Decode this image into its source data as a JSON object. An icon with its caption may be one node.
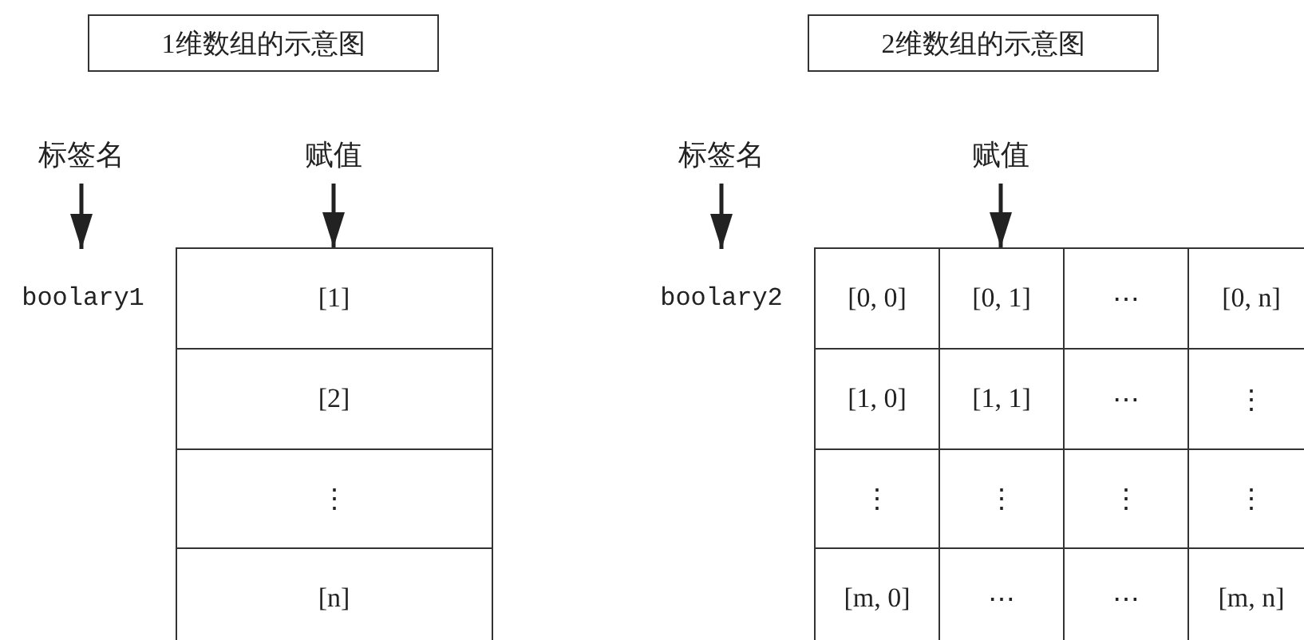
{
  "diagram": {
    "nodes": [
      {
        "text": [
          "1维数组的示意图"
        ]
      },
      {
        "text": [
          "标签名"
        ]
      },
      {
        "text": [
          "赋值"
        ]
      },
      {
        "text": [
          "boolary1"
        ]
      },
      {
        "text": [],
        "shape": "box"
      },
      {
        "text": [
          "[1]"
        ],
        "in": 4
      },
      {
        "text": [
          "[2]"
        ],
        "in": 4
      },
      {
        "text": [
          "⋮"
        ],
        "in": 4
      },
      {
        "text": [
          "[n]"
        ],
        "in": 4
      },
      {
        "text": [
          "2维数组的示意图"
        ]
      },
      {
        "text": [
          "标签名"
        ]
      },
      {
        "text": [
          "赋值"
        ]
      },
      {
        "text": [
          "boolary2"
        ]
      },
      {
        "text": [],
        "shape": "box"
      },
      {
        "text": [
          "[0, 0]"
        ],
        "in": 13
      },
      {
        "text": [
          "[0, 1]"
        ],
        "in": 13
      },
      {
        "text": [
          "⋯"
        ],
        "in": 13
      },
      {
        "text": [
          "[0, n]"
        ],
        "in": 13
      },
      {
        "text": [
          "[1, 0]"
        ],
        "in": 13
      },
      {
        "text": [
          "[1, 1]"
        ],
        "in": 13
      },
      {
        "text": [
          "⋯"
        ],
        "in": 13
      },
      {
        "text": [
          "⋮"
        ],
        "in": 13
      },
      {
        "text": [
          "⋮"
        ],
        "in": 13
      },
      {
        "text": [
          "⋮"
        ],
        "in": 13
      },
      {
        "text": [
          "⋮"
        ],
        "in": 13
      },
      {
        "text": [
          "⋮"
        ],
        "in": 13
      },
      {
        "text": [
          "[m, 0]"
        ],
        "in": 13
      },
      {
        "text": [
          "⋯"
        ],
        "in": 13
      },
      {
        "text": [
          "⋯"
        ],
        "in": 13
      },
      {
        "text": [
          "[m, n]"
        ],
        "in": 13
      }
    ],
    "edges": [
      {
        "from": 1,
        "to": 3,
        "arrow": "to"
      },
      {
        "from": 2,
        "to": 4,
        "arrow": "to"
      },
      {
        "from": 10,
        "to": 12,
        "arrow": "to"
      },
      {
        "from": 11,
        "to": 13,
        "arrow": "to"
      }
    ]
  }
}
